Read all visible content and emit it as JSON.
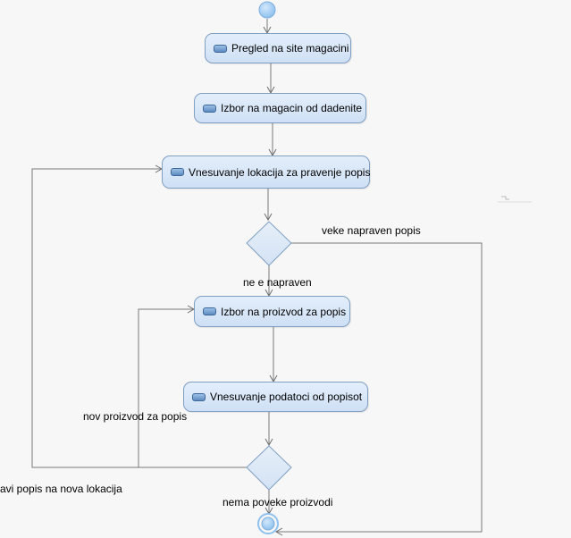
{
  "diagram": {
    "activities": [
      {
        "id": "pregled",
        "label": "Pregled na site magacini",
        "icon": "action-icon"
      },
      {
        "id": "izbor-magacin",
        "label": "Izbor na magacin od dadenite",
        "icon": "action-icon"
      },
      {
        "id": "vnesuvanje-lokacija",
        "label": "Vnesuvanje lokacija za pravenje popis",
        "icon": "action-icon"
      },
      {
        "id": "izbor-proizvod",
        "label": "Izbor na proizvod za popis",
        "icon": "action-icon"
      },
      {
        "id": "vnesuvanje-podatoci",
        "label": "Vnesuvanje podatoci od popisot",
        "icon": "action-icon"
      }
    ],
    "guards": {
      "veke_napraven": "veke napraven popis",
      "ne_e_napraven": "ne e napraven",
      "nov_proizvod": "nov proizvod za popis",
      "nova_lokacija": "avi popis na nova lokacija",
      "nema_poveke": "nema poveke proizvodi"
    },
    "colors": {
      "line": "#7a7a7a",
      "node_fill": "#d9e7f8",
      "node_border": "#7f9fc3",
      "start_fill": "#a9cff3"
    }
  }
}
